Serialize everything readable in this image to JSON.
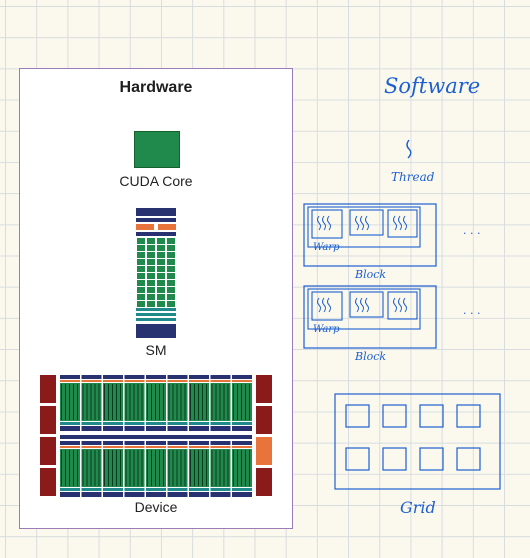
{
  "hardware": {
    "title": "Hardware",
    "cuda_core_label": "CUDA Core",
    "sm_label": "SM",
    "device_label": "Device"
  },
  "software": {
    "title": "Software",
    "thread_label": "Thread",
    "blocks": [
      {
        "label": "Block",
        "warp_label": "Warp",
        "ellipsis": ". . ."
      },
      {
        "label": "Block",
        "warp_label": "Warp",
        "ellipsis": ". . ."
      }
    ],
    "grid_label": "Grid"
  },
  "colors": {
    "core_green": "#1f8a4c",
    "sm_navy": "#283270",
    "sm_orange": "#e8743b",
    "sm_teal": "#1f8a8a",
    "device_maroon": "#8b1a1a",
    "ink_blue": "#1d5fd0"
  }
}
